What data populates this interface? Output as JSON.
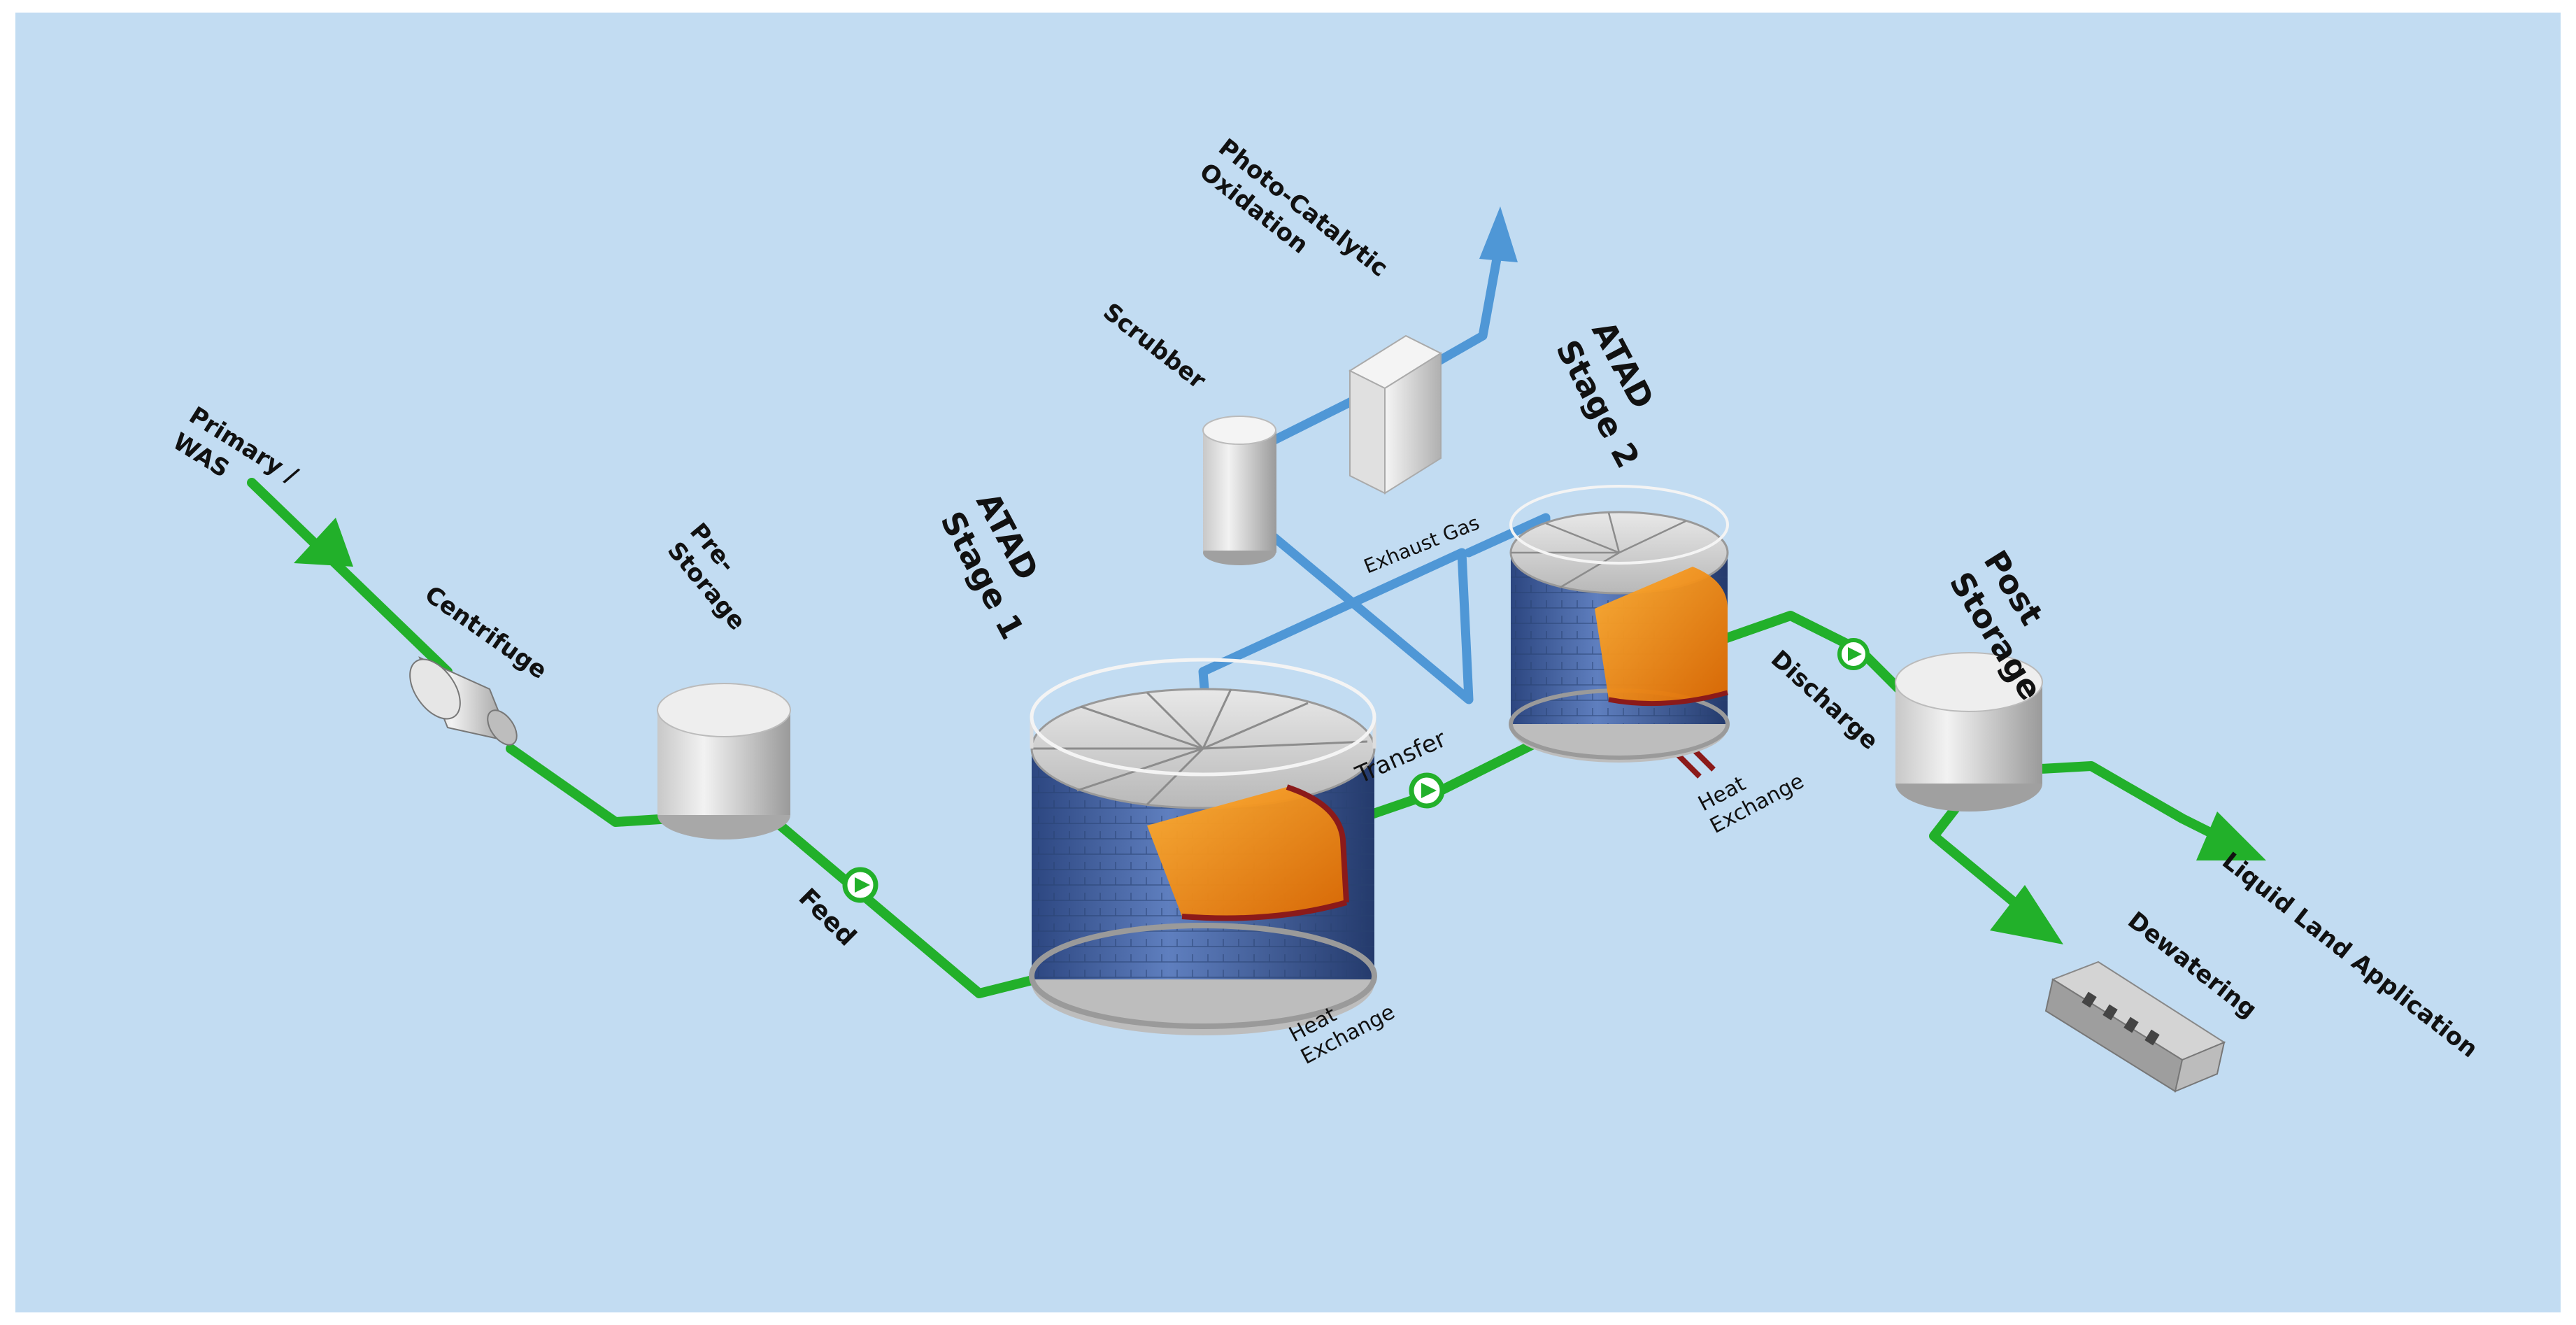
{
  "labels": {
    "primary_was": [
      "Primary /",
      "WAS"
    ],
    "centrifuge": "Centrifuge",
    "pre_storage": [
      "Pre-",
      "Storage"
    ],
    "feed": "Feed",
    "atad_stage1": [
      "ATAD",
      "Stage 1"
    ],
    "heat_exchange_1": [
      "Heat",
      "Exchange"
    ],
    "transfer": "Transfer",
    "exhaust_gas": "Exhaust Gas",
    "scrubber": "Scrubber",
    "photo_catalytic": [
      "Photo-Catalytic",
      "Oxidation"
    ],
    "atad_stage2": [
      "ATAD",
      "Stage 2"
    ],
    "heat_exchange_2": [
      "Heat",
      "Exchange"
    ],
    "discharge": "Discharge",
    "post_storage": [
      "Post",
      "Storage"
    ],
    "dewatering": "Dewatering",
    "liquid_land": "Liquid Land Application"
  },
  "colors": {
    "background": "#c2dcf2",
    "sludge_line": "#22b02a",
    "gas_line": "#4f97d6",
    "heat_line": "#8b1a1a",
    "tank_body": "#3f5d9c",
    "sludge_fill": "#f08a00"
  }
}
